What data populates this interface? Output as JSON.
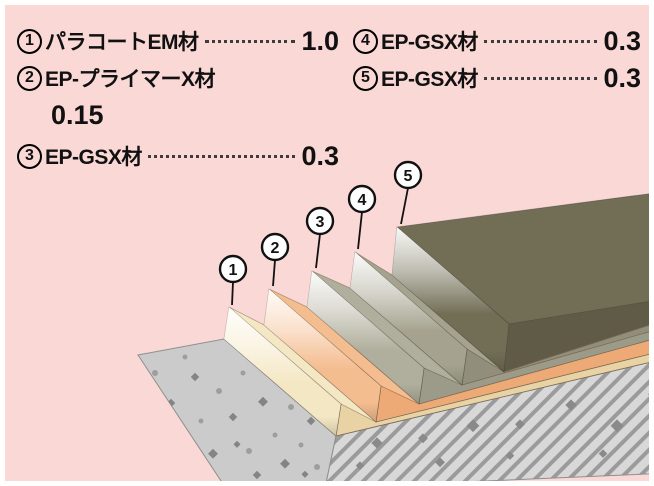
{
  "frame": {
    "background": "#f9d8d6",
    "border": "#ffffff"
  },
  "legend": {
    "items": [
      {
        "num": "1",
        "label": "パラコートEM材",
        "value": "1.0"
      },
      {
        "num": "2",
        "label": "EP-プライマーX材",
        "value": "0.15"
      },
      {
        "num": "3",
        "label": "EP-GSX材",
        "value": "0.3"
      },
      {
        "num": "4",
        "label": "EP-GSX材",
        "value": "0.3"
      },
      {
        "num": "5",
        "label": "EP-GSX材",
        "value": "0.3"
      }
    ]
  },
  "diagram": {
    "callouts": [
      {
        "num": "1"
      },
      {
        "num": "2"
      },
      {
        "num": "3"
      },
      {
        "num": "4"
      },
      {
        "num": "5"
      }
    ],
    "layers": [
      {
        "num": "1",
        "name": "パラコートEM材",
        "thickness": "1.0",
        "color": "#f4e7c3",
        "front": "#e9d3a5"
      },
      {
        "num": "2",
        "name": "EP-プライマーX材",
        "thickness": "0.15",
        "color": "#f4bd90",
        "front": "#eda976"
      },
      {
        "num": "3",
        "name": "EP-GSX材",
        "thickness": "0.3",
        "color": "#b0ae9c",
        "front": "#9c9a88"
      },
      {
        "num": "4",
        "name": "EP-GSX材",
        "thickness": "0.3",
        "color": "#a5a38f",
        "front": "#918f7b"
      },
      {
        "num": "5",
        "name": "EP-GSX材",
        "thickness": "0.3",
        "color": "#726e56",
        "front": "#5f5b47"
      }
    ],
    "base": {
      "color": "#cbcbcb"
    }
  }
}
